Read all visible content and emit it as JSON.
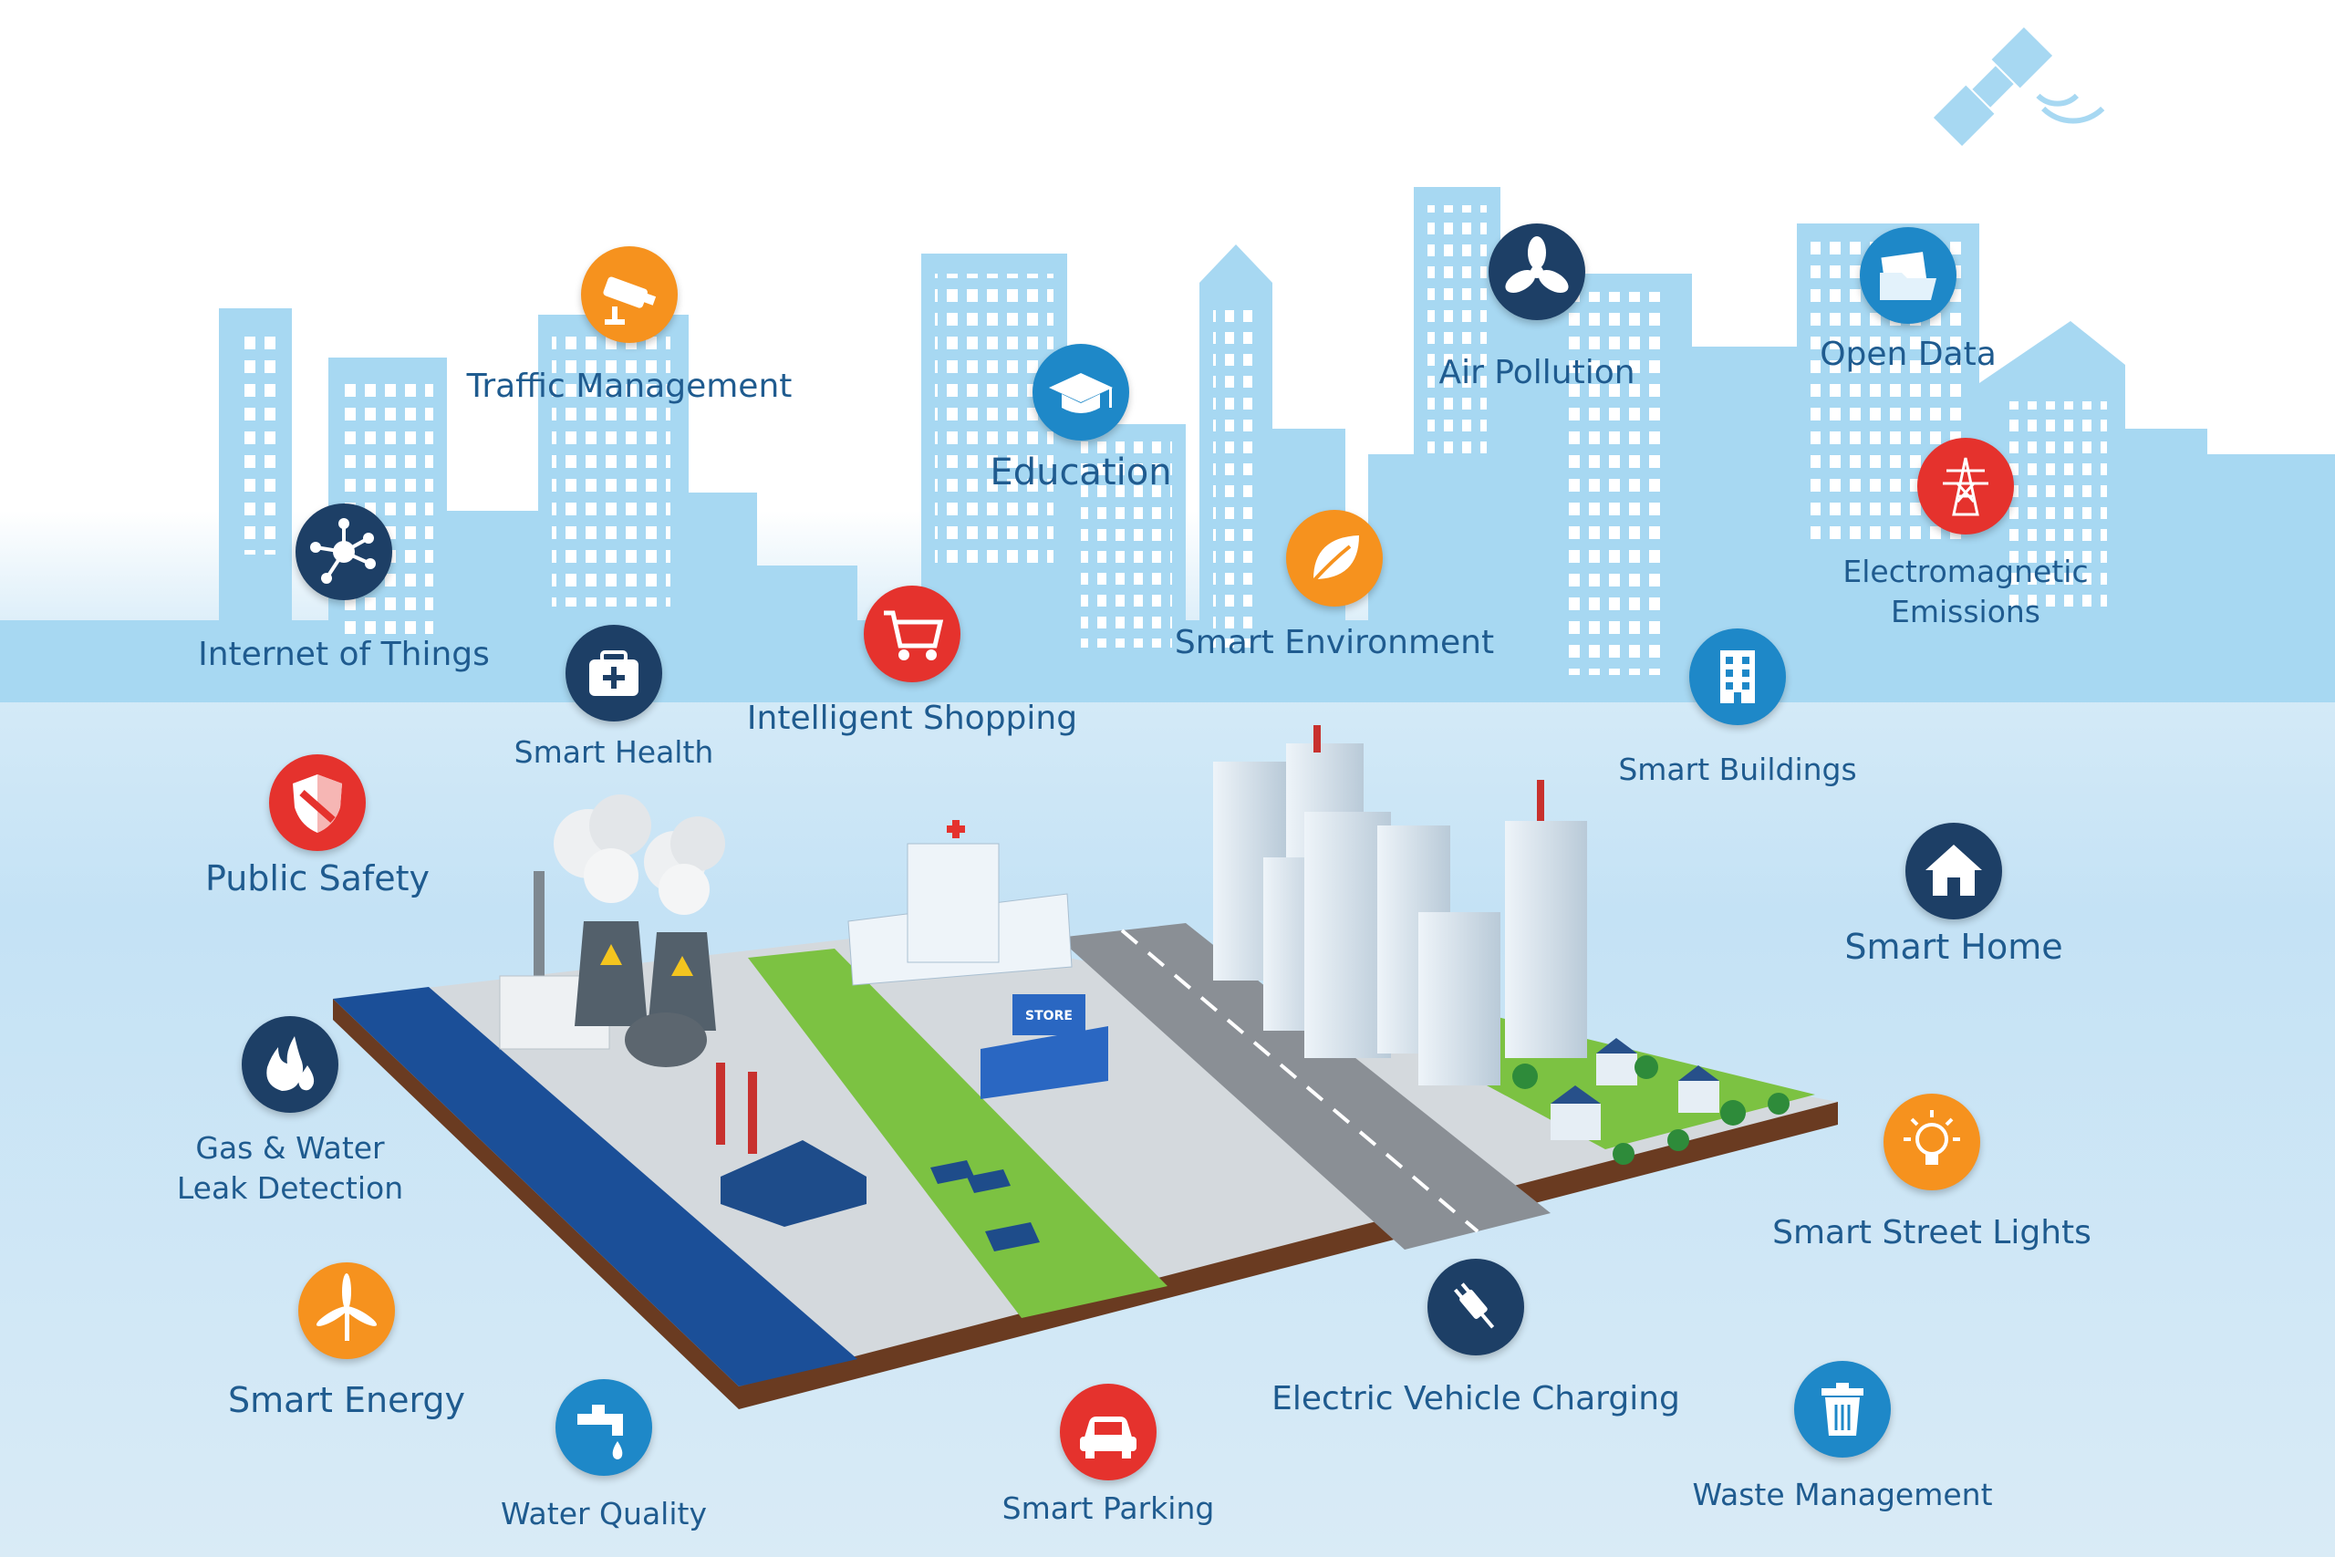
{
  "colors": {
    "navy": "#1d3f66",
    "orange": "#f6921e",
    "red": "#e5322d",
    "blue": "#1e88c8",
    "label": "#1f5b8f",
    "skyline": "#a7d8f2"
  },
  "features": [
    {
      "id": "traffic-management",
      "label": "Traffic Management",
      "icon": "cctv-camera-icon",
      "color": "orange"
    },
    {
      "id": "education",
      "label": "Education",
      "icon": "graduation-cap-icon",
      "color": "blue"
    },
    {
      "id": "air-pollution",
      "label": "Air Pollution",
      "icon": "fan-icon",
      "color": "navy"
    },
    {
      "id": "open-data",
      "label": "Open Data",
      "icon": "folder-icon",
      "color": "blue"
    },
    {
      "id": "internet-of-things",
      "label": "Internet of Things",
      "icon": "network-hub-icon",
      "color": "navy"
    },
    {
      "id": "smart-health",
      "label": "Smart Health",
      "icon": "medical-kit-icon",
      "color": "navy"
    },
    {
      "id": "intelligent-shopping",
      "label": "Intelligent Shopping",
      "icon": "shopping-cart-icon",
      "color": "red"
    },
    {
      "id": "smart-environment",
      "label": "Smart Environment",
      "icon": "leaf-icon",
      "color": "orange"
    },
    {
      "id": "electromagnetic-emissions",
      "label": "Electromagnetic\nEmissions",
      "icon": "power-tower-icon",
      "color": "red"
    },
    {
      "id": "smart-buildings",
      "label": "Smart Buildings",
      "icon": "building-icon",
      "color": "blue"
    },
    {
      "id": "public-safety",
      "label": "Public Safety",
      "icon": "shield-icon",
      "color": "red"
    },
    {
      "id": "smart-home",
      "label": "Smart Home",
      "icon": "house-icon",
      "color": "navy"
    },
    {
      "id": "gas-water-leak-detection",
      "label": "Gas & Water\nLeak Detection",
      "icon": "flame-drop-icon",
      "color": "navy"
    },
    {
      "id": "smart-street-lights",
      "label": "Smart Street Lights",
      "icon": "light-bulb-icon",
      "color": "orange"
    },
    {
      "id": "smart-energy",
      "label": "Smart Energy",
      "icon": "wind-turbine-icon",
      "color": "orange"
    },
    {
      "id": "water-quality",
      "label": "Water Quality",
      "icon": "faucet-icon",
      "color": "blue"
    },
    {
      "id": "smart-parking",
      "label": "Smart Parking",
      "icon": "car-icon",
      "color": "red"
    },
    {
      "id": "electric-vehicle-charging",
      "label": "Electric Vehicle Charging",
      "icon": "plug-icon",
      "color": "navy"
    },
    {
      "id": "waste-management",
      "label": "Waste Management",
      "icon": "trash-bin-icon",
      "color": "blue"
    }
  ],
  "illustration": {
    "store_sign": "STORE",
    "satellite": "satellite-icon"
  }
}
